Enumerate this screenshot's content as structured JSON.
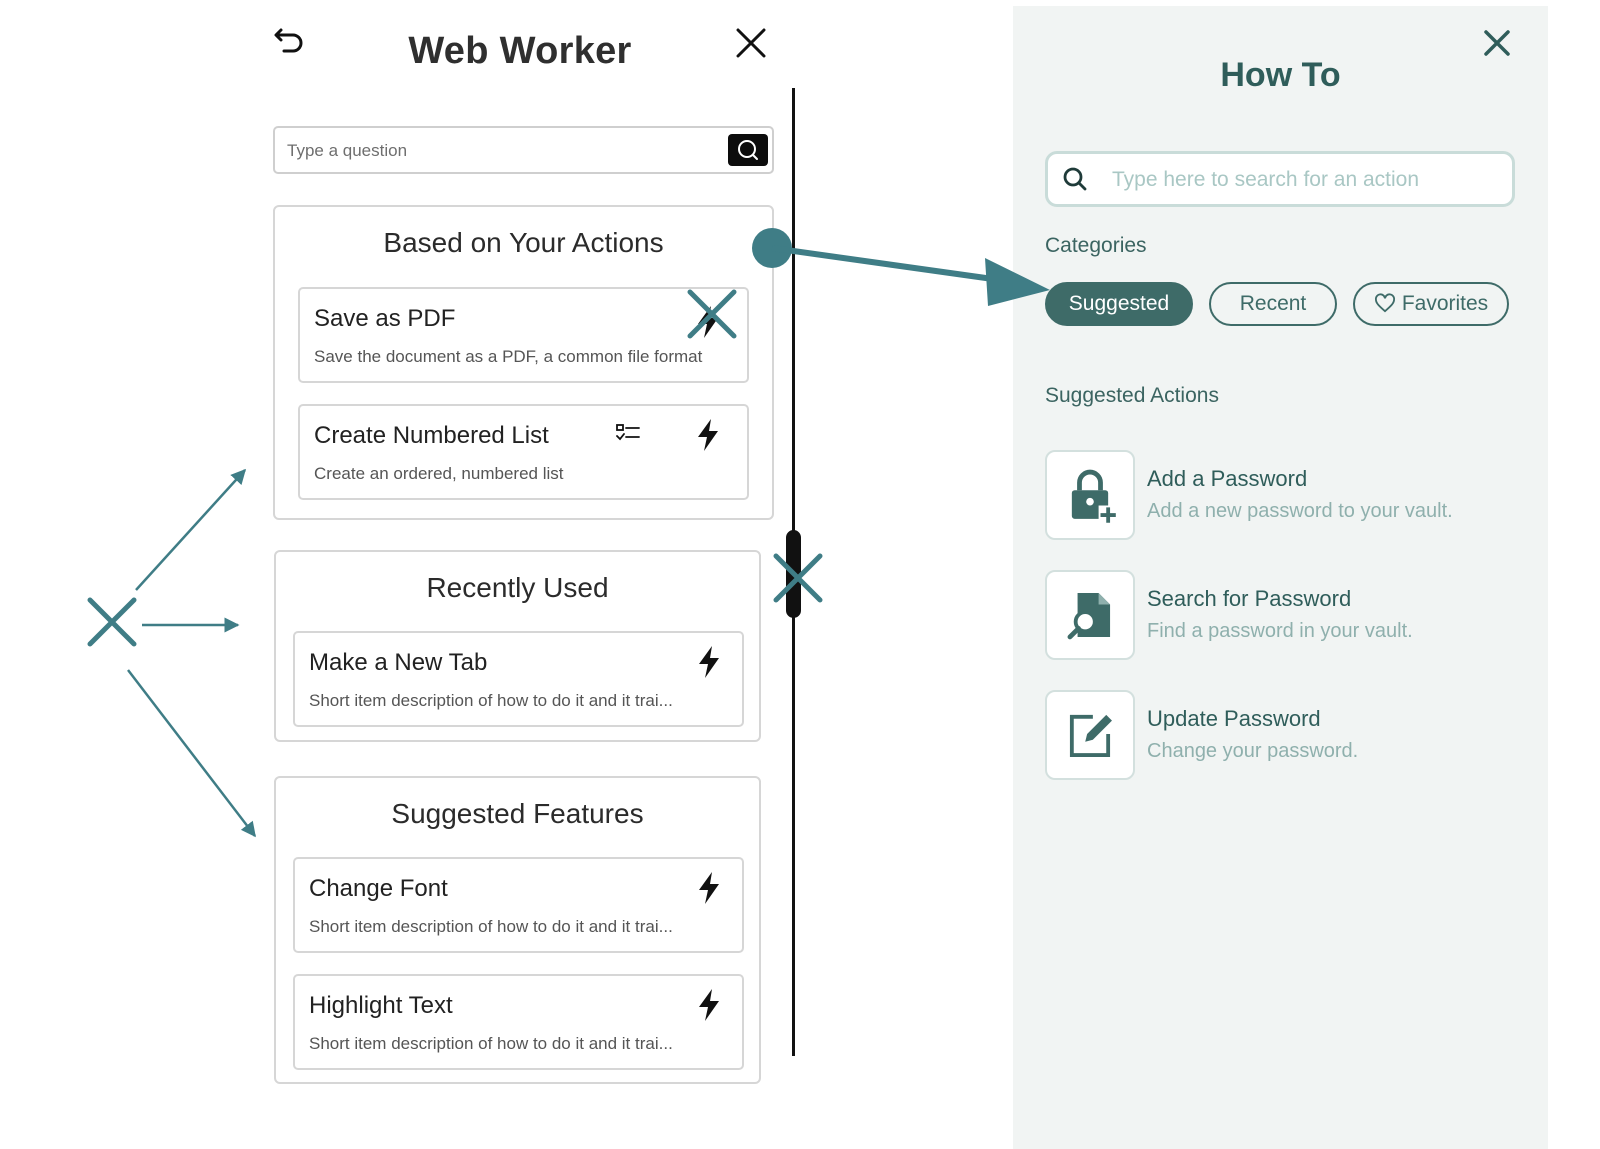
{
  "left_panel": {
    "title": "Web Worker",
    "search": {
      "placeholder": "Type a question",
      "value": ""
    },
    "sections": [
      {
        "title": "Based on Your Actions",
        "cards": [
          {
            "title": "Save as PDF",
            "desc": "Save the document as a PDF, a common file format"
          },
          {
            "title": "Create Numbered List",
            "desc": "Create an ordered, numbered list"
          }
        ]
      },
      {
        "title": "Recently Used",
        "cards": [
          {
            "title": "Make a New Tab",
            "desc": "Short item description of how to do it and it trai..."
          }
        ]
      },
      {
        "title": "Suggested Features",
        "cards": [
          {
            "title": "Change Font",
            "desc": "Short item description of how to do it and it trai..."
          },
          {
            "title": "Highlight Text",
            "desc": "Short item description of how to do it and it trai..."
          }
        ]
      }
    ]
  },
  "right_panel": {
    "title": "How To",
    "search": {
      "placeholder": "Type here to search for an action",
      "value": ""
    },
    "categories_label": "Categories",
    "categories": [
      {
        "label": "Suggested",
        "active": true
      },
      {
        "label": "Recent",
        "active": false
      },
      {
        "label": "Favorites",
        "active": false
      }
    ],
    "suggested_label": "Suggested Actions",
    "actions": [
      {
        "title": "Add a Password",
        "desc": "Add a new password to your vault.",
        "icon": "lock-plus-icon"
      },
      {
        "title": "Search for Password",
        "desc": "Find a password in your vault.",
        "icon": "document-search-icon"
      },
      {
        "title": "Update Password",
        "desc": "Change your password.",
        "icon": "edit-icon"
      }
    ]
  },
  "colors": {
    "annotation": "#3f7d86",
    "accent_teal": "#3e6b68",
    "panel_bg": "#f1f4f3",
    "dark": "#111111"
  }
}
